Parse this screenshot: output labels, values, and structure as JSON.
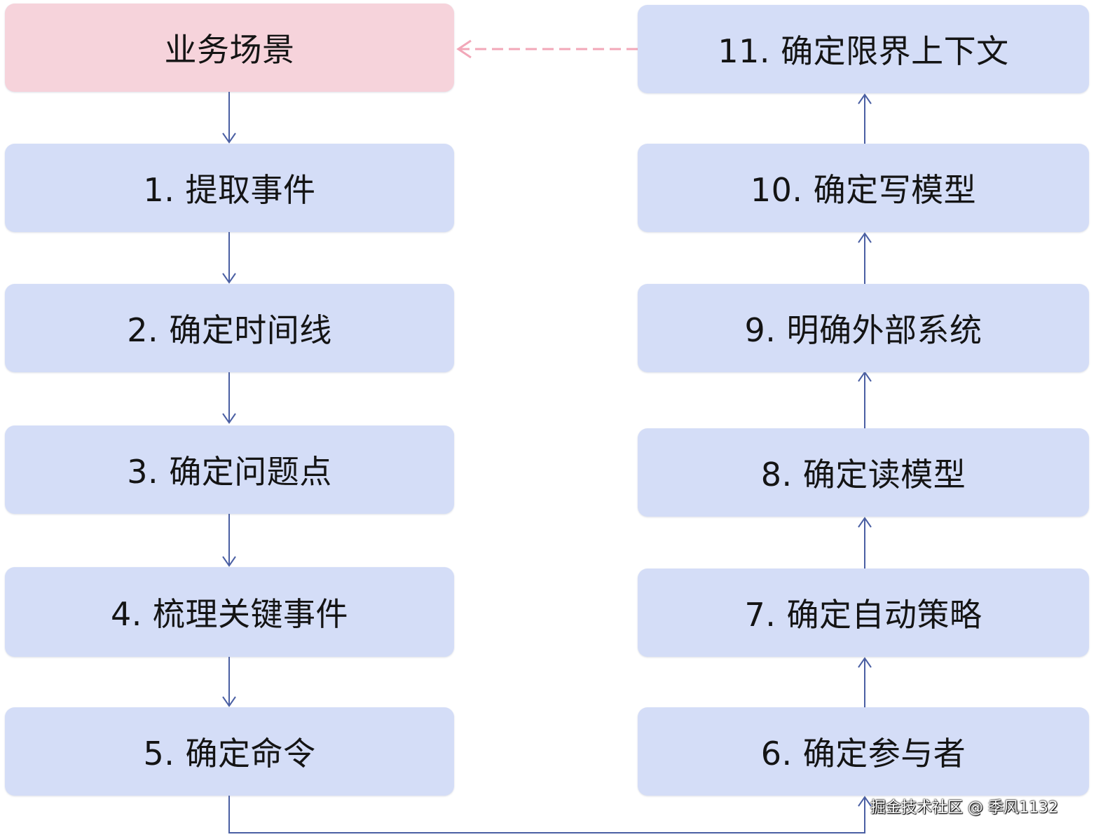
{
  "nodes": {
    "scenario": "业务场景",
    "s1": "1. 提取事件",
    "s2": "2. 确定时间线",
    "s3": "3. 确定问题点",
    "s4": "4. 梳理关键事件",
    "s5": "5. 确定命令",
    "s6": "6. 确定参与者",
    "s7": "7. 确定自动策略",
    "s8": "8. 确定读模型",
    "s9": "9. 明确外部系统",
    "s10": "10. 确定写模型",
    "s11": "11. 确定限界上下文"
  },
  "watermark": "掘金技术社区 @ 季风1132",
  "colors": {
    "step_fill": "#d4ddf7",
    "scenario_fill": "#f6d3db",
    "arrow": "#4a5fa3",
    "dashed_arrow": "#f2a7b8"
  }
}
